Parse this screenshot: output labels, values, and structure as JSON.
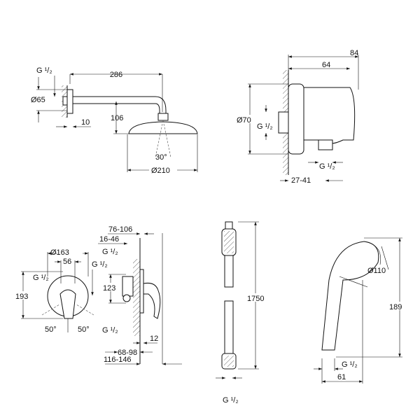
{
  "shower_arm": {
    "thread": "G ¹/₂",
    "flange_diameter": "Ø65",
    "flange_depth": "10",
    "arm_length": "286",
    "drop": "106",
    "spray_angle": "30°",
    "head_diameter": "Ø210"
  },
  "wall_outlet": {
    "depth_total": "84",
    "depth_body": "64",
    "diameter": "Ø70",
    "thread_inlet": "G ¹/₂",
    "thread_outlet": "G ¹/₂",
    "range": "27-41"
  },
  "mixer_front": {
    "plate_diameter": "Ø163",
    "spacing": "56",
    "thread_left": "G ¹/₂",
    "thread_right": "G ¹/₂",
    "height": "193",
    "angle_left": "50°",
    "angle_right": "50°"
  },
  "mixer_side": {
    "range_top": "76-106",
    "range_mid": "16-46",
    "thread_top": "G ¹/₂",
    "height": "123",
    "thread_bottom": "G ¹/₂",
    "plate": "12",
    "range_low": "68-98",
    "range_bottom": "116-146"
  },
  "hose": {
    "length": "1750",
    "thread": "G ¹/₂"
  },
  "hand_shower": {
    "head_diameter": "Ø110",
    "length": "189",
    "thread": "G ¹/₂",
    "width": "61"
  }
}
